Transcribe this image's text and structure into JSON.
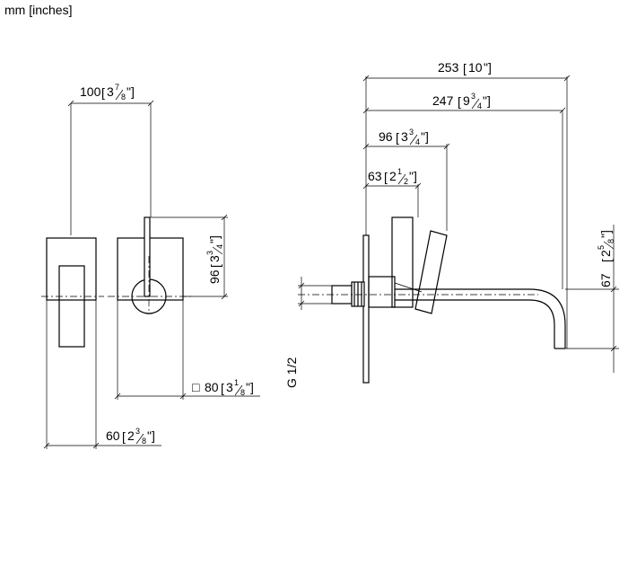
{
  "units_label": "mm [inches]",
  "dimensions": {
    "front_width": {
      "mm": "100",
      "inch_whole": "3",
      "inch_num": "7",
      "inch_den": "8"
    },
    "lever_height": {
      "mm": "96",
      "inch_whole": "3",
      "inch_num": "3",
      "inch_den": "4"
    },
    "plate_square": {
      "symbol": "□",
      "mm": "80",
      "inch_whole": "3",
      "inch_num": "1",
      "inch_den": "8"
    },
    "side_depth": {
      "mm": "60",
      "inch_whole": "2",
      "inch_num": "3",
      "inch_den": "8"
    },
    "overall_projection": {
      "mm": "253",
      "inch": "10"
    },
    "spout_projection": {
      "mm": "247",
      "inch_whole": "9",
      "inch_num": "3",
      "inch_den": "4"
    },
    "lever_reach": {
      "mm": "96",
      "inch_whole": "3",
      "inch_num": "3",
      "inch_den": "4"
    },
    "handle_reach": {
      "mm": "63",
      "inch_whole": "2",
      "inch_num": "1",
      "inch_den": "2"
    },
    "spout_drop": {
      "mm": "67",
      "inch_whole": "2",
      "inch_num": "5",
      "inch_den": "8"
    },
    "thread": "G 1/2"
  }
}
